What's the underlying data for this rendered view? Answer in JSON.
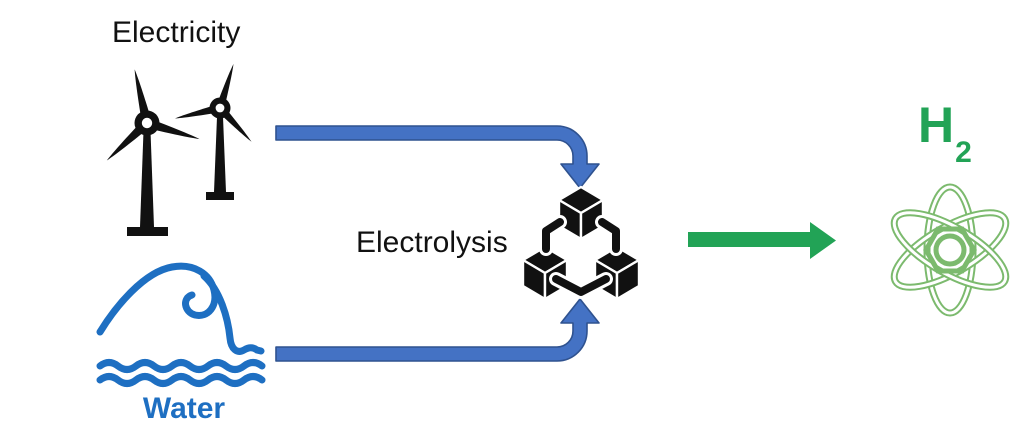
{
  "diagram": {
    "background": "#ffffff",
    "nodes": {
      "electricity": {
        "label": "Electricity",
        "icon": "wind-turbines-icon",
        "color": "#111111"
      },
      "water": {
        "label": "Water",
        "icon": "water-wave-icon",
        "color": "#1E6FC2"
      },
      "electrolysis": {
        "label": "Electrolysis",
        "icon": "linked-cubes-icon",
        "color": "#111111"
      },
      "hydrogen": {
        "label_main": "H",
        "label_sub": "2",
        "icon": "atom-icon",
        "color": "#22A356"
      }
    },
    "edges": [
      {
        "from": "electricity",
        "to": "electrolysis",
        "style": "bent-elbow-down",
        "fill": "#4472C4",
        "border": "#2F528F"
      },
      {
        "from": "water",
        "to": "electrolysis",
        "style": "bent-elbow-up",
        "fill": "#4472C4",
        "border": "#2F528F"
      },
      {
        "from": "electrolysis",
        "to": "hydrogen",
        "style": "straight-right",
        "fill": "#22A356"
      }
    ],
    "colors": {
      "text_black": "#111111",
      "water_blue": "#1E6FC2",
      "arrow_blue_fill": "#4472C4",
      "arrow_blue_border": "#2F528F",
      "green": "#22A356",
      "atom_green": "#7CBA6E"
    }
  }
}
